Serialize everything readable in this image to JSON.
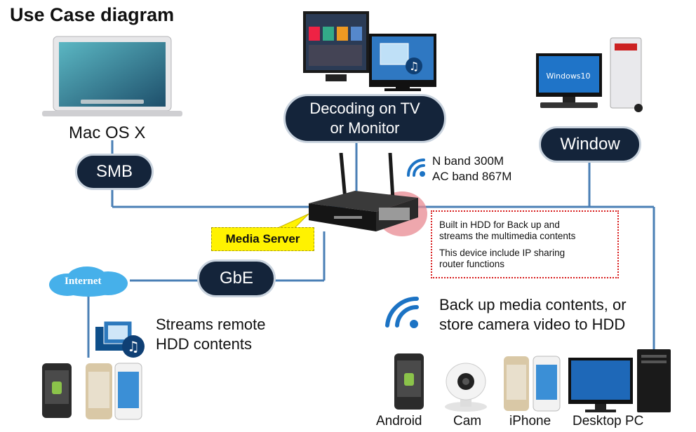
{
  "title": "Use Case diagram",
  "nodes": {
    "mac_label": "Mac OS X",
    "smb": "SMB",
    "decoding_line1": "Decoding on TV",
    "decoding_line2": "or Monitor",
    "window": "Window",
    "gbe": "GbE",
    "internet": "Internet",
    "media_server": "Media Server"
  },
  "wifi_spec": {
    "line1": "N band 300M",
    "line2": "AC band 867M"
  },
  "hdd_note": {
    "line1": "Built in HDD for Back up and",
    "line2": "streams the multimedia contents",
    "line3": "This device include IP sharing",
    "line4": "router functions"
  },
  "stream_text": {
    "line1": "Streams remote",
    "line2": "HDD contents"
  },
  "backup_text": {
    "line1": "Back up media contents, or",
    "line2": "store camera video to HDD"
  },
  "devices": {
    "android": "Android",
    "cam": "Cam",
    "iphone": "iPhone",
    "desktop": "Desktop PC"
  },
  "colors": {
    "pill_bg": "#14243a",
    "line": "#4a7fb5",
    "highlight": "#fff200",
    "note_border": "#d81c1c"
  }
}
